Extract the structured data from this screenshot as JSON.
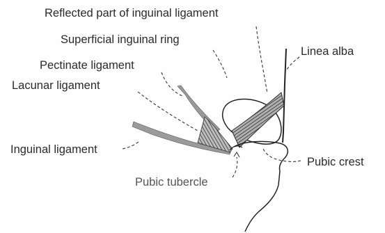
{
  "labels": {
    "reflected": "Reflected part of inguinal ligament",
    "superficial_ring": "Superficial inguinal ring",
    "pectinate": "Pectinate ligament",
    "lacunar": "Lacunar ligament",
    "inguinal": "Inguinal ligament",
    "linea_alba": "Linea alba",
    "pubic_crest": "Pubic crest",
    "pubic_tubercle": "Pubic tubercle"
  },
  "colors": {
    "ink": "#2b2b2b",
    "ligament_fill": "#9a9a9a",
    "hatch": "#3a3a3a",
    "soft_label": "#555555"
  }
}
